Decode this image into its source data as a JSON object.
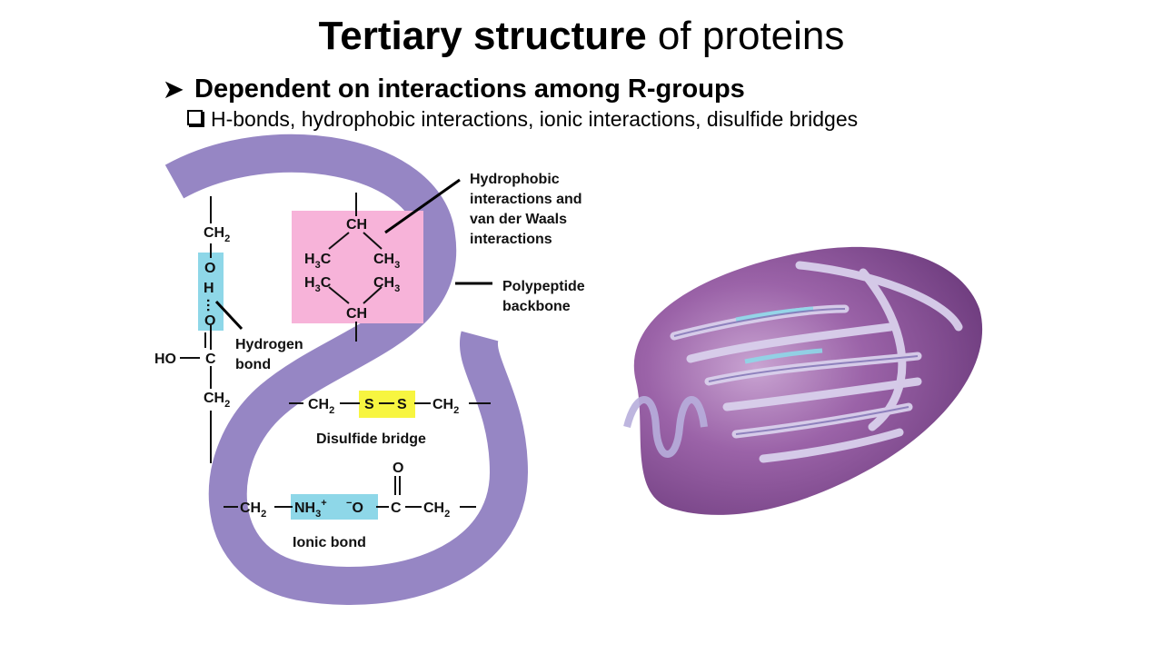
{
  "slide": {
    "title_bold": "Tertiary structure",
    "title_rest": " of proteins",
    "bullet_main": "Dependent on interactions among R-groups",
    "bullet_sub": "H-bonds, hydrophobic interactions, ionic interactions, disulfide bridges"
  },
  "labels": {
    "hydrophobic": [
      "Hydrophobic",
      "interactions and",
      "van der Waals",
      "interactions"
    ],
    "backbone": [
      "Polypeptide",
      "backbone"
    ],
    "hydrogen_bond": [
      "Hydrogen",
      "bond"
    ],
    "disulfide": "Disulfide bridge",
    "ionic": "Ionic bond"
  },
  "chem": {
    "ch": "CH",
    "ch2": "CH",
    "two": "2",
    "h3c": "H",
    "three": "3",
    "c": "C",
    "o": "O",
    "h": "H",
    "ho": "HO",
    "s": "S",
    "nh3": "NH",
    "plus": "+",
    "minus": "−",
    "dots": "…"
  },
  "colors": {
    "backbone": "#9686c4",
    "hydrophobic_box": "#f7b3d9",
    "hbond_box": "#8ed7e8",
    "disulfide_box": "#f7f540",
    "ionic_box": "#8ed7e8",
    "protein_blob": "#8a4e96"
  }
}
